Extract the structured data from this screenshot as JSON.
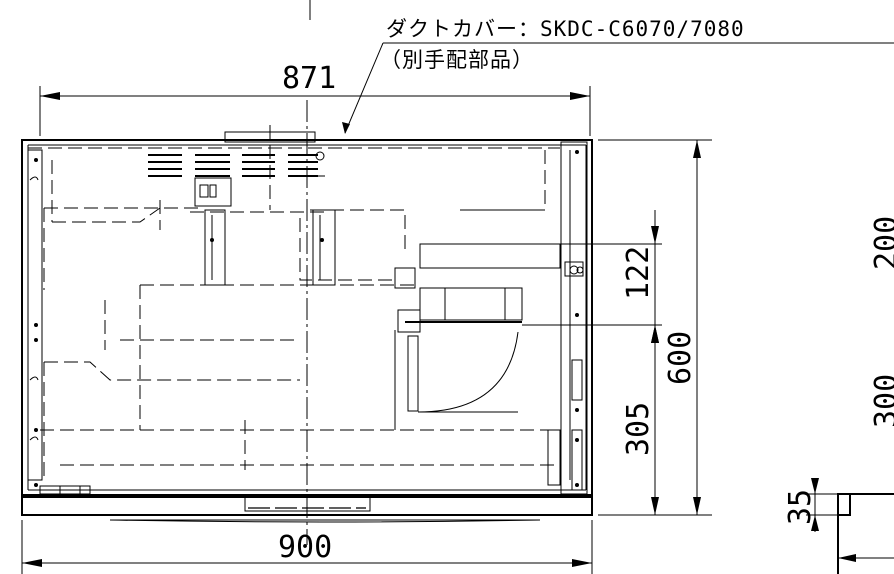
{
  "callout": {
    "part_label": "ダクトカバー：SKDC-C6070/7080",
    "part_note": "（別手配部品）"
  },
  "dimensions": {
    "top_width": "871",
    "bottom_width": "900",
    "height_total": "600",
    "height_upper": "122",
    "height_lower": "305",
    "side_small": "35",
    "side_upper": "200",
    "side_lower": "300"
  }
}
